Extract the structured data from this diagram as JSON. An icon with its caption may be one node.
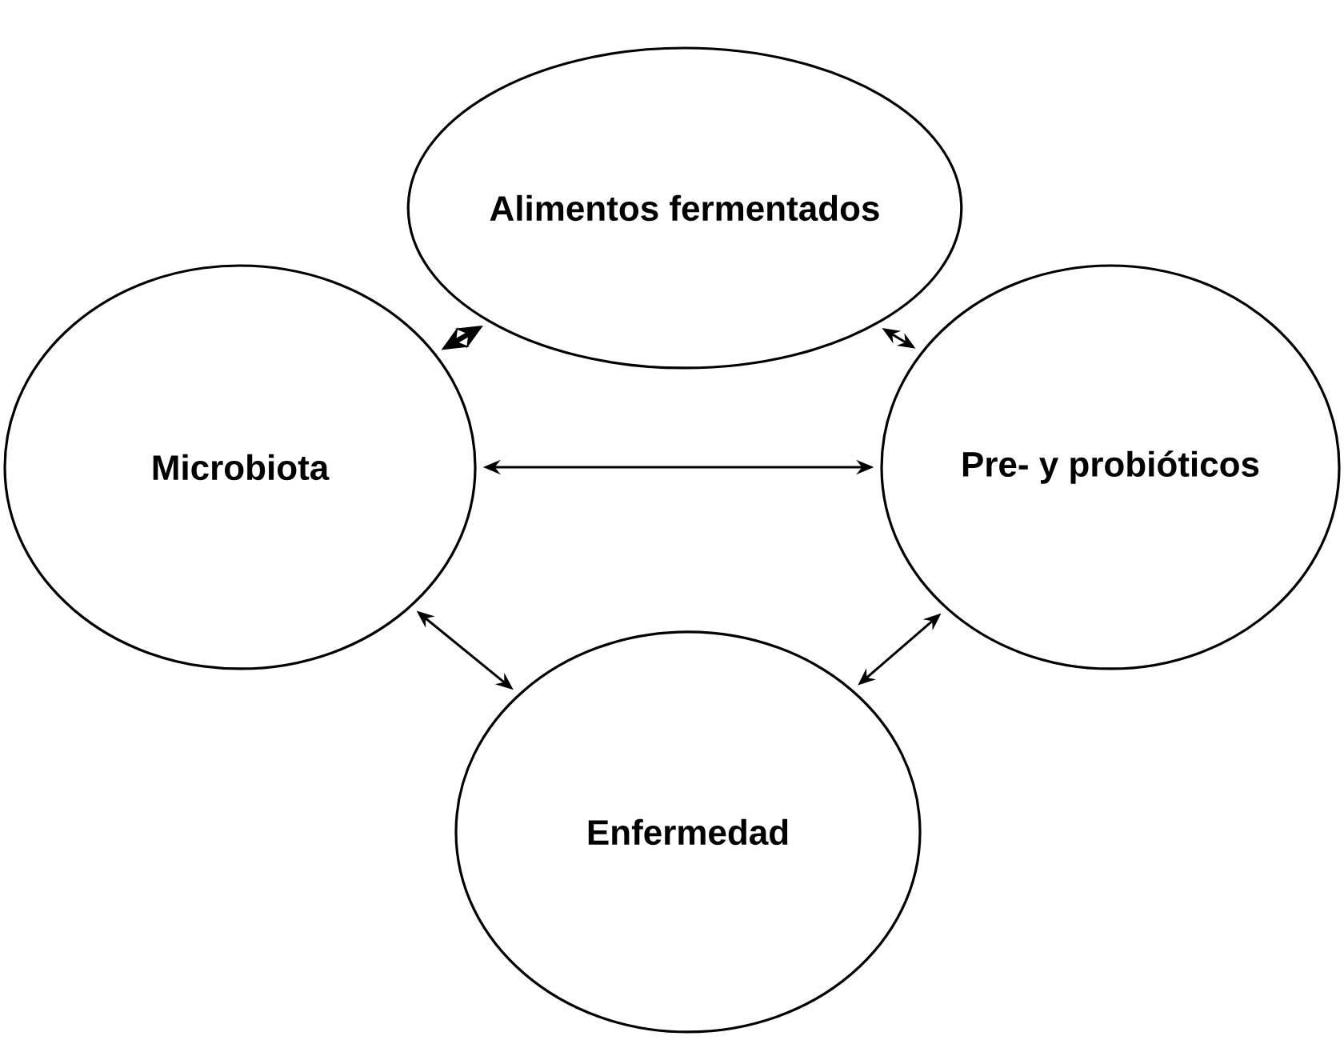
{
  "diagram": {
    "nodes": [
      {
        "text": [
          "Alimentos fermentados"
        ]
      },
      {
        "text": [
          "Microbiota"
        ]
      },
      {
        "text": [
          "Pre- y probióticos"
        ]
      },
      {
        "text": [
          "Enfermedad"
        ]
      }
    ],
    "edges": [
      {
        "from": 1,
        "to": 0,
        "arrow": "both",
        "style": "thick"
      },
      {
        "from": 0,
        "to": 2,
        "arrow": "both"
      },
      {
        "from": 1,
        "to": 2,
        "arrow": "both"
      },
      {
        "from": 1,
        "to": 3,
        "arrow": "both"
      },
      {
        "from": 2,
        "to": 3,
        "arrow": "both"
      }
    ]
  }
}
